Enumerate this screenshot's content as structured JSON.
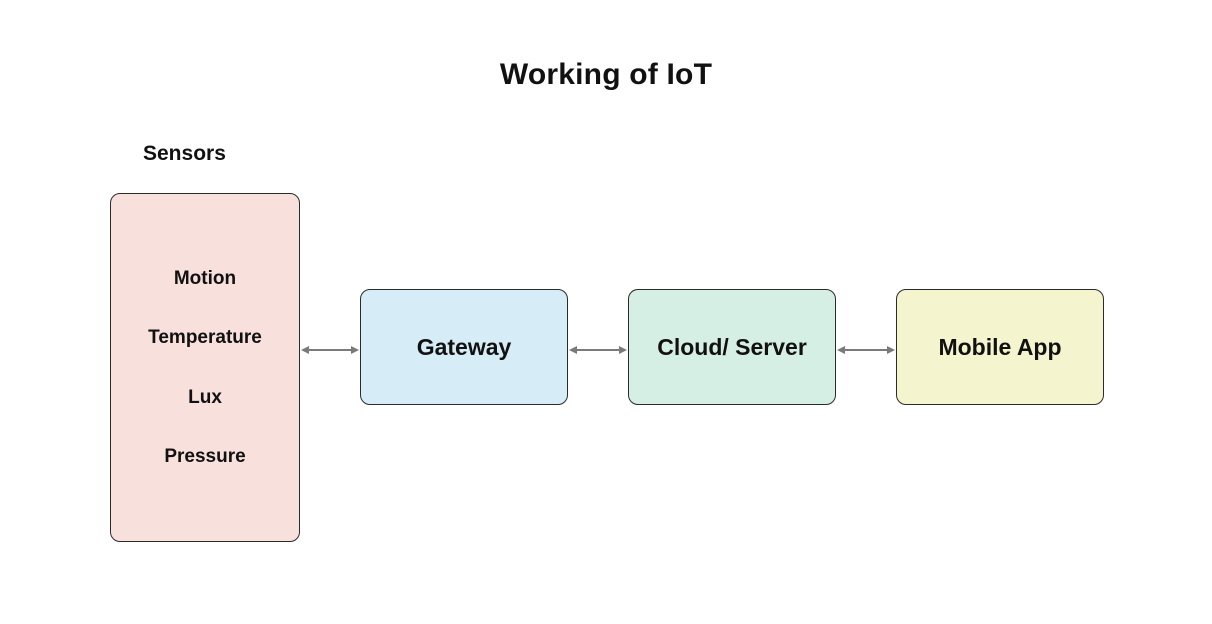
{
  "diagram": {
    "title": "Working of IoT",
    "background_color": "#ffffff",
    "type": "flow-diagram",
    "groups": [
      {
        "id": "sensors",
        "label": "Sensors",
        "fill_color": "#f8e1dd",
        "border_color": "#2b2b2b",
        "items": [
          {
            "label": "Motion"
          },
          {
            "label": "Temperature"
          },
          {
            "label": "Lux"
          },
          {
            "label": "Pressure"
          }
        ]
      }
    ],
    "nodes": [
      {
        "id": "gateway",
        "label": "Gateway",
        "fill_color": "#d6edf7",
        "border_color": "#2b2b2b"
      },
      {
        "id": "cloud",
        "label": "Cloud/ Server",
        "fill_color": "#d6efe5",
        "border_color": "#2b2b2b"
      },
      {
        "id": "mobile",
        "label": "Mobile App",
        "fill_color": "#f4f4cf",
        "border_color": "#2b2b2b"
      }
    ],
    "connectors": [
      {
        "id": "sensors-gateway",
        "from": "sensors",
        "to": "gateway",
        "direction": "both",
        "color": "#7a7a7a"
      },
      {
        "id": "gateway-cloud",
        "from": "gateway",
        "to": "cloud",
        "direction": "both",
        "color": "#7a7a7a"
      },
      {
        "id": "cloud-mobile",
        "from": "cloud",
        "to": "mobile",
        "direction": "both",
        "color": "#7a7a7a"
      }
    ]
  }
}
